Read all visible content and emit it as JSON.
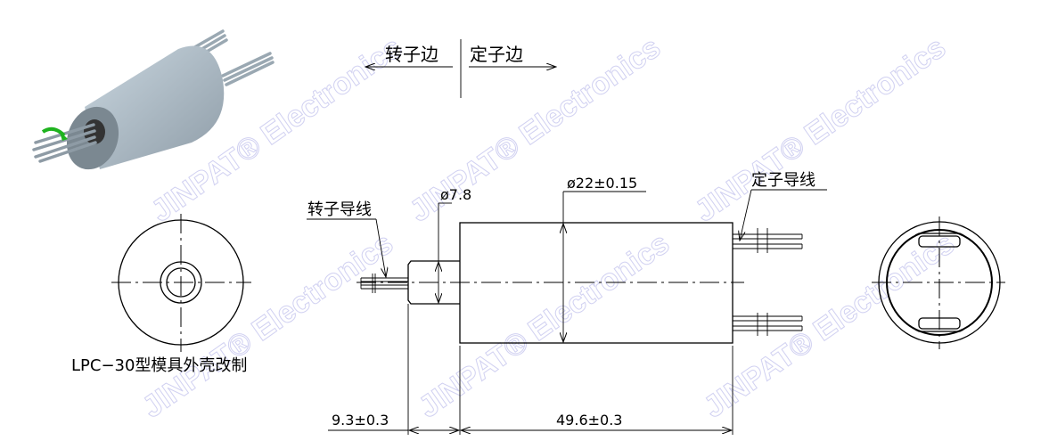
{
  "labels": {
    "rotor_side": "转子边",
    "stator_side": "定子边",
    "rotor_wire": "转子导线",
    "stator_wire": "定子导线",
    "caption": "LPC−30型模具外壳改制"
  },
  "dimensions": {
    "hub_diameter": "ø7.8",
    "body_diameter": "ø22±0.15",
    "hub_length": "9.3±0.3",
    "body_length": "49.6±0.3"
  },
  "watermark": "JINPAT® Electronics",
  "colors": {
    "body": "#b9c7d2",
    "arrow": "#1fb31f",
    "watermark": "#c9c9ef"
  }
}
